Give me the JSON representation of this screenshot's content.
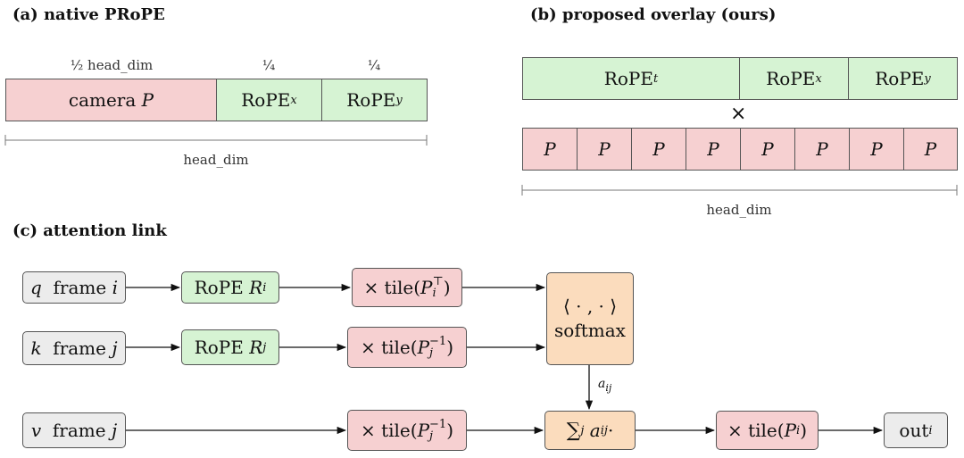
{
  "panel_a": {
    "title": "(a) native PRoPE",
    "camera": {
      "label": "camera",
      "symbol": "P",
      "dim_label": "½ head_dim"
    },
    "rope_x": {
      "label": "RoPE",
      "sub": "x",
      "dim_label": "¼"
    },
    "rope_y": {
      "label": "RoPE",
      "sub": "y",
      "dim_label": "¼"
    },
    "span_label": "head_dim"
  },
  "panel_b": {
    "title": "(b) proposed overlay (ours)",
    "rope_t": {
      "label": "RoPE",
      "sub": "t"
    },
    "rope_x": {
      "label": "RoPE",
      "sub": "x"
    },
    "rope_y": {
      "label": "RoPE",
      "sub": "y"
    },
    "times": "×",
    "p_cells": [
      "P",
      "P",
      "P",
      "P",
      "P",
      "P",
      "P",
      "P"
    ],
    "span_label": "head_dim"
  },
  "panel_c": {
    "title": "(c) attention link",
    "q_node": {
      "var": "q",
      "text": "frame",
      "idx": "i"
    },
    "k_node": {
      "var": "k",
      "text": "frame",
      "idx": "j"
    },
    "v_node": {
      "var": "v",
      "text": "frame",
      "idx": "j"
    },
    "rope_q": {
      "text": "RoPE",
      "var": "R",
      "sub": "i"
    },
    "rope_k": {
      "text": "RoPE",
      "var": "R",
      "sub": "j"
    },
    "tile_q": {
      "prefix": "× tile(",
      "var": "P",
      "sub": "i",
      "sup": "⊤",
      "suffix": ")"
    },
    "tile_k": {
      "prefix": "× tile(",
      "var": "P",
      "sub": "j",
      "sup": "−1",
      "suffix": ")"
    },
    "tile_v": {
      "prefix": "× tile(",
      "var": "P",
      "sub": "j",
      "sup": "−1",
      "suffix": ")"
    },
    "softmax": {
      "line1": "⟨ · , · ⟩",
      "line2": "softmax"
    },
    "weight_label": {
      "var": "a",
      "sub": "ij"
    },
    "sum": {
      "symbol": "∑",
      "sum_sub": "j",
      "var": "a",
      "sub": "ij",
      "suffix": " ·"
    },
    "tile_out": {
      "prefix": "× tile(",
      "var": "P",
      "sub": "i",
      "suffix": ")"
    },
    "out": {
      "text": "out",
      "sub": "i"
    }
  }
}
